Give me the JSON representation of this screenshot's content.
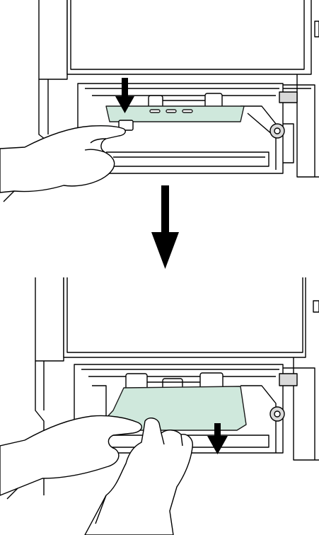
{
  "figure": {
    "panels": [
      {
        "id": "top",
        "step": "pull-latch-down-to-open-cover"
      },
      {
        "id": "bottom",
        "step": "pull-out-jammed-paper"
      }
    ],
    "transition_arrow": "down-arrow-icon",
    "colors": {
      "paper": "#cfe8dc",
      "paper_stroke": "#1a1a1a",
      "printer_body": "#ffffff",
      "outline": "#000000",
      "shade": "#d9d9d9",
      "arrow": "#000000"
    }
  }
}
